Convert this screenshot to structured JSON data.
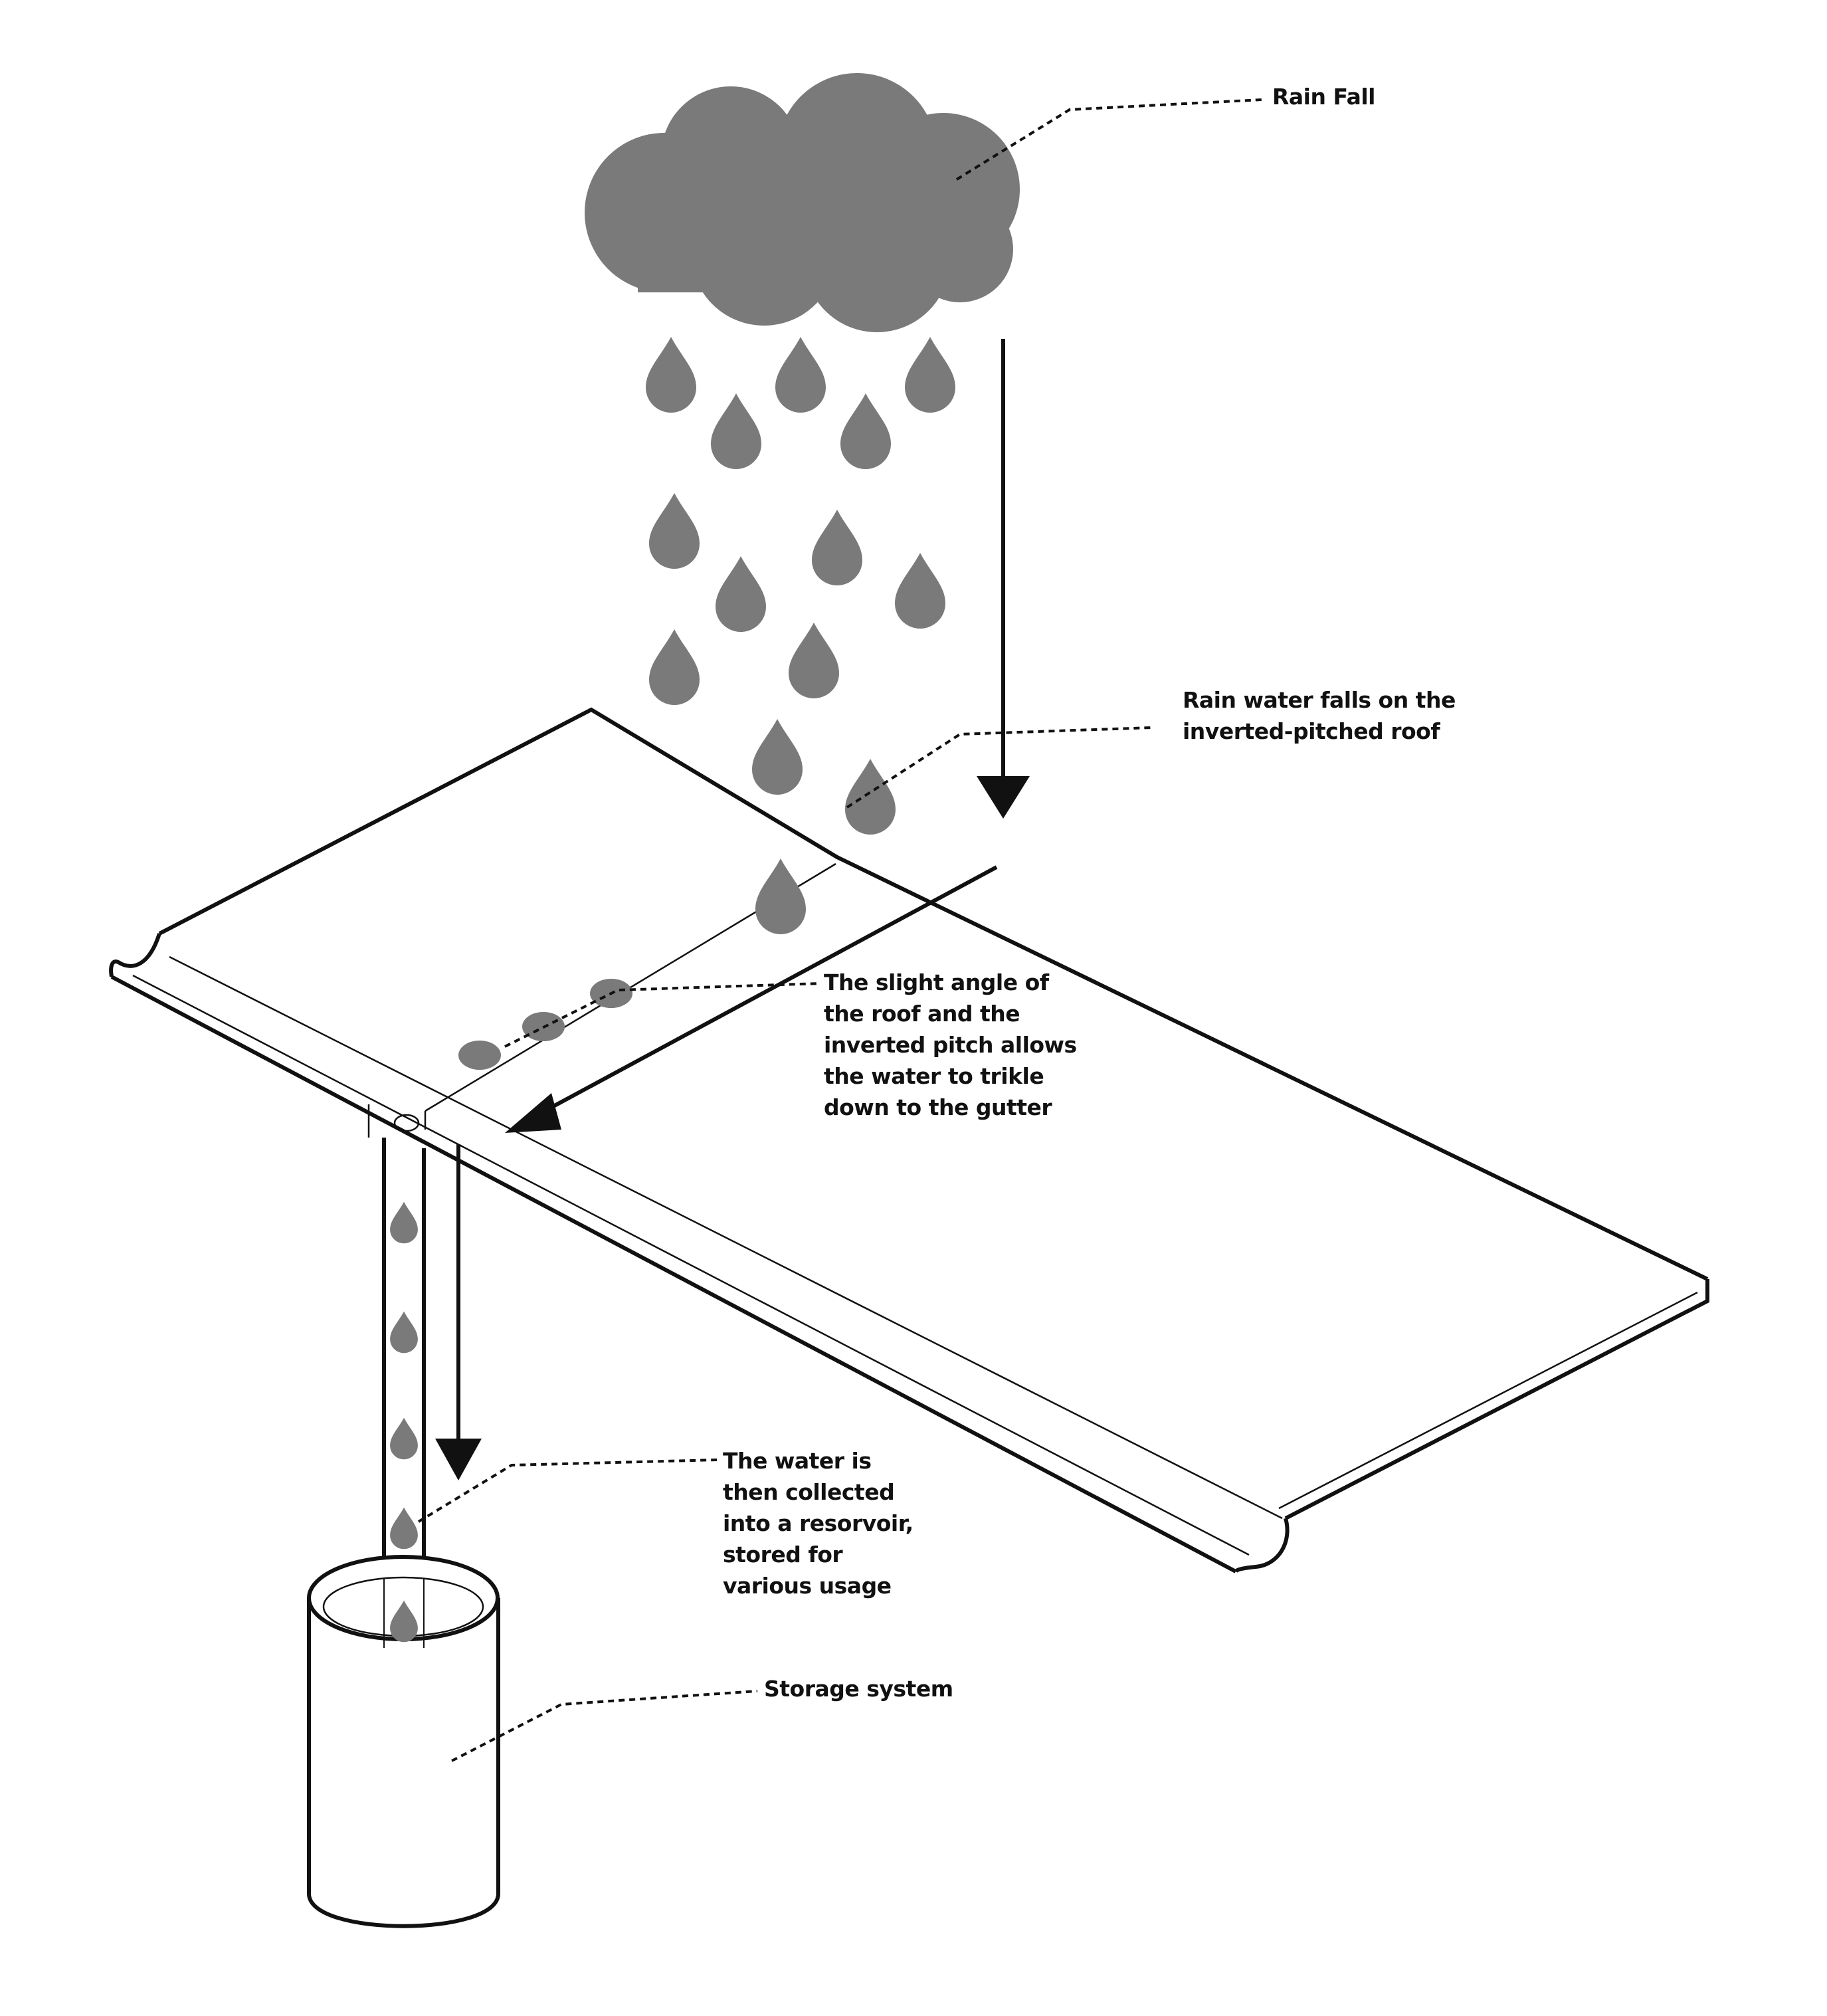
{
  "colors": {
    "rain": "#7a7a7a",
    "line": "#111111",
    "background": "#ffffff"
  },
  "labels": {
    "rain_fall": "Rain Fall",
    "roof_line1": "Rain water falls on the",
    "roof_line2": "inverted-pitched roof",
    "angle_line1": "The slight angle of",
    "angle_line2": "the roof and the",
    "angle_line3": "inverted pitch allows",
    "angle_line4": "the water to trikle",
    "angle_line5": "down to the gutter",
    "collect_line1": "The water is",
    "collect_line2": "then collected",
    "collect_line3": "into a resorvoir,",
    "collect_line4": "stored for",
    "collect_line5": "various usage",
    "storage": "Storage system"
  },
  "icons": [
    "rain-cloud-icon",
    "raindrop-icon",
    "arrow-down-icon"
  ]
}
